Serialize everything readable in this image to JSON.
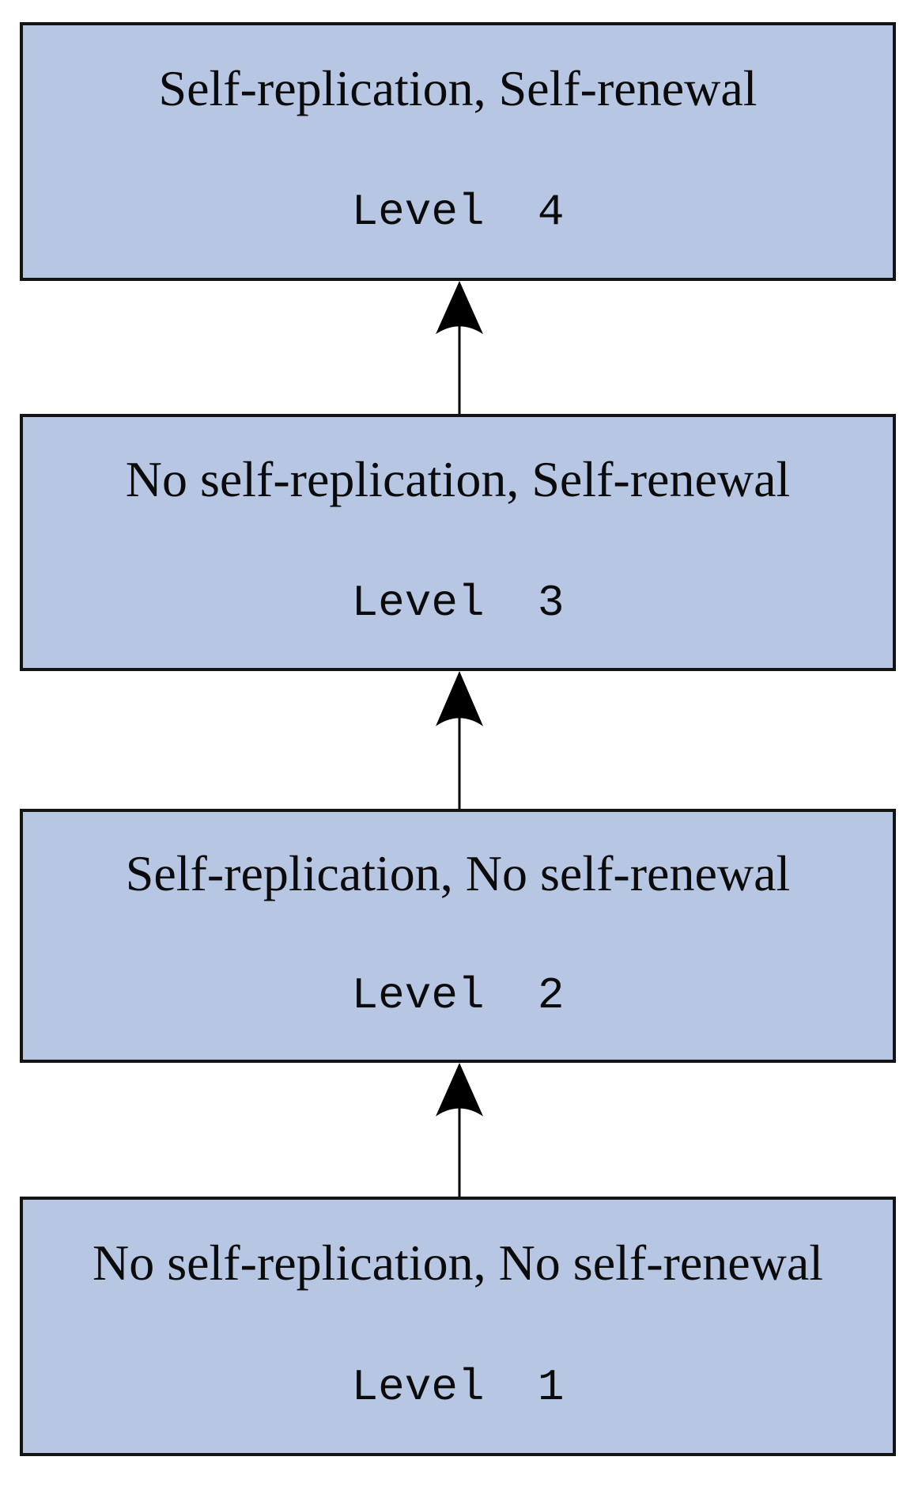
{
  "diagram": {
    "description": "Four-level capability hierarchy connected by upward arrows",
    "boxes": [
      {
        "capability": "Self-replication, Self-renewal",
        "level": "Level  4"
      },
      {
        "capability": "No self-replication, Self-renewal",
        "level": "Level  3"
      },
      {
        "capability": "Self-replication, No self-renewal",
        "level": "Level  2"
      },
      {
        "capability": "No self-replication, No self-renewal",
        "level": "Level  1"
      }
    ],
    "arrow_direction": "up"
  },
  "colors": {
    "box_fill": "#b7c7e3",
    "box_border": "#141414",
    "text": "#0b0b0b",
    "arrow": "#000000",
    "background": "#ffffff"
  }
}
